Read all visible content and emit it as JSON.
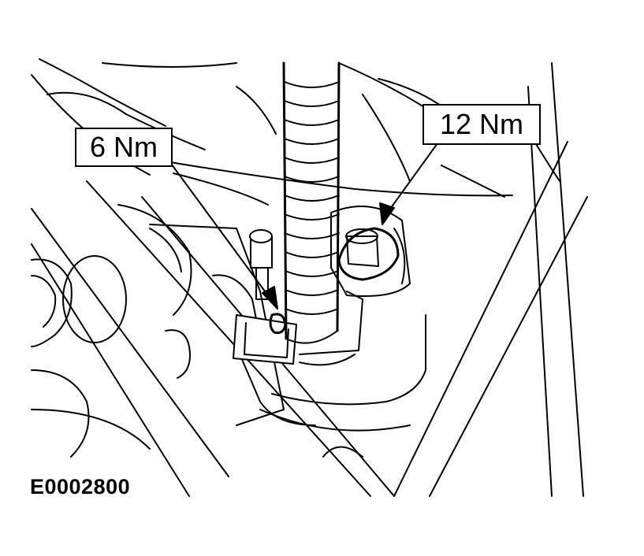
{
  "callouts": {
    "torque_6": "6 Nm",
    "torque_12": "12 Nm"
  },
  "figure": {
    "id": "E0002800"
  },
  "colors": {
    "line": "#000000",
    "background": "#ffffff"
  }
}
